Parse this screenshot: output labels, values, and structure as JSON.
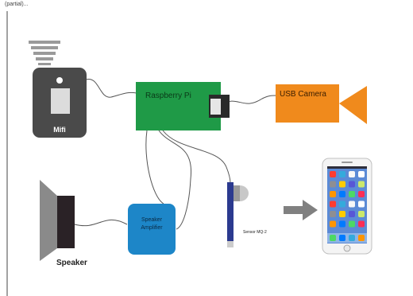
{
  "partial_header": "(partial)...",
  "components": {
    "mifi": {
      "label": "Mifi"
    },
    "raspberry_pi": {
      "label": "Raspberry Pi"
    },
    "usb_camera": {
      "label": "USB Camera"
    },
    "speaker": {
      "label": "Speaker"
    },
    "amplifier": {
      "label_line1": "Speaker",
      "label_line2": "Amplifier"
    },
    "sensor": {
      "label": "Sensor MQ-2"
    },
    "smartphone": {
      "icon": "smartphone-icon"
    }
  },
  "colors": {
    "raspberry_pi": "#1f9a47",
    "usb_camera": "#f08a1c",
    "amplifier": "#1d86c8",
    "mifi": "#4a4a4a",
    "sensor_stick": "#2b3a8f",
    "arrow": "#808080",
    "wire": "#555555"
  }
}
